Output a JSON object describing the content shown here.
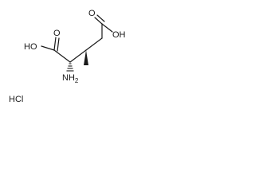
{
  "molecule": {
    "labels": {
      "acid_oh_left": "HO",
      "acid_oh_right": "OH",
      "carbonyl_o_left": "O",
      "carbonyl_o_right": "O",
      "amine": "NH",
      "amine_subscript": "2",
      "salt": "HCl"
    }
  },
  "colors": {
    "ink": "#1a1a1a",
    "background": "#ffffff"
  }
}
